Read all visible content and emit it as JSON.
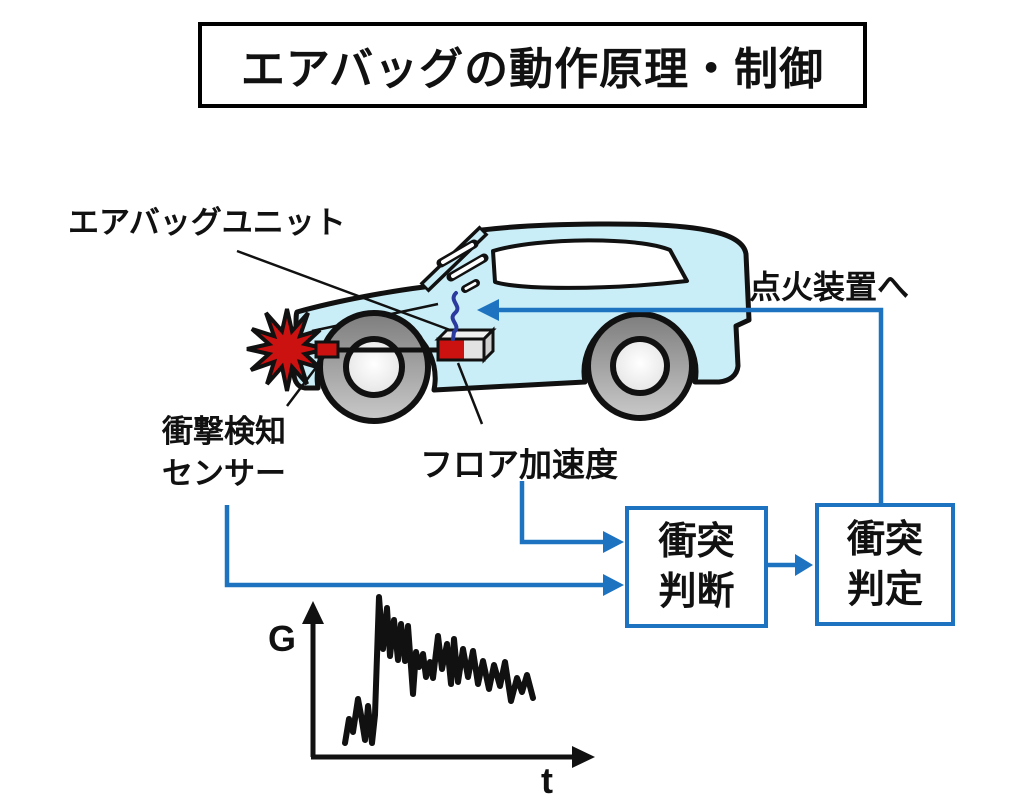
{
  "title": "エアバッグの動作原理・制御",
  "car_labels": {
    "airbag_unit": "エアバッグユニット",
    "to_ignition": "点火装置へ",
    "impact_sensor": {
      "line1": "衝撃検知",
      "line2": "センサー"
    },
    "floor_acceleration": "フロア加速度"
  },
  "flow_boxes": {
    "collision_judgment": {
      "line1": "衝突",
      "line2": "判断"
    },
    "collision_determination": {
      "line1": "衝突",
      "line2": "判定"
    }
  },
  "graph": {
    "type": "line",
    "y_axis_label": "G",
    "x_axis_label": "t",
    "description": "Jagged acceleration (G) vs time (t) trace: small oscillation, sharp spike at impact, then decaying oscillation"
  },
  "colors": {
    "accent_blue": "#1e73c0",
    "car_body_cyan": "#c9eef8",
    "impact_red": "#cc1111",
    "wire_blue": "#2b3a9e",
    "line_black": "#111111"
  }
}
